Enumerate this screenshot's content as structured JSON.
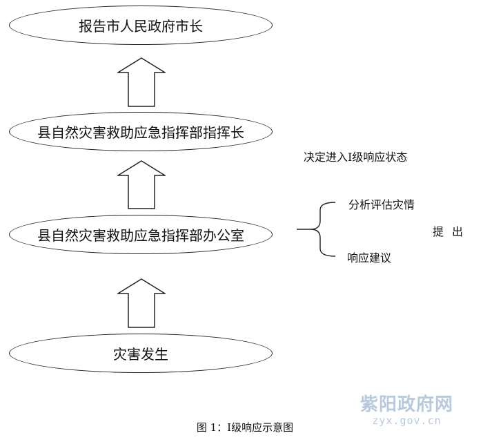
{
  "nodes": [
    {
      "label": "报告市人民政府市长"
    },
    {
      "label": "县自然灾害救助应急指挥部指挥长"
    },
    {
      "label": "县自然灾害救助应急指挥部办公室"
    },
    {
      "label": "灾害发生"
    }
  ],
  "side_notes": {
    "decision": "决定进入Ⅰ级响应状态",
    "analysis": "分析评估灾情",
    "advice": "响应建议",
    "propose": "提出"
  },
  "watermark": {
    "title": "紫阳政府网",
    "url": "zyx.gov.cn"
  },
  "caption": "图 1：Ⅰ级响应示意图",
  "colors": {
    "line": "#222222",
    "watermark": "#b9c9dd"
  }
}
